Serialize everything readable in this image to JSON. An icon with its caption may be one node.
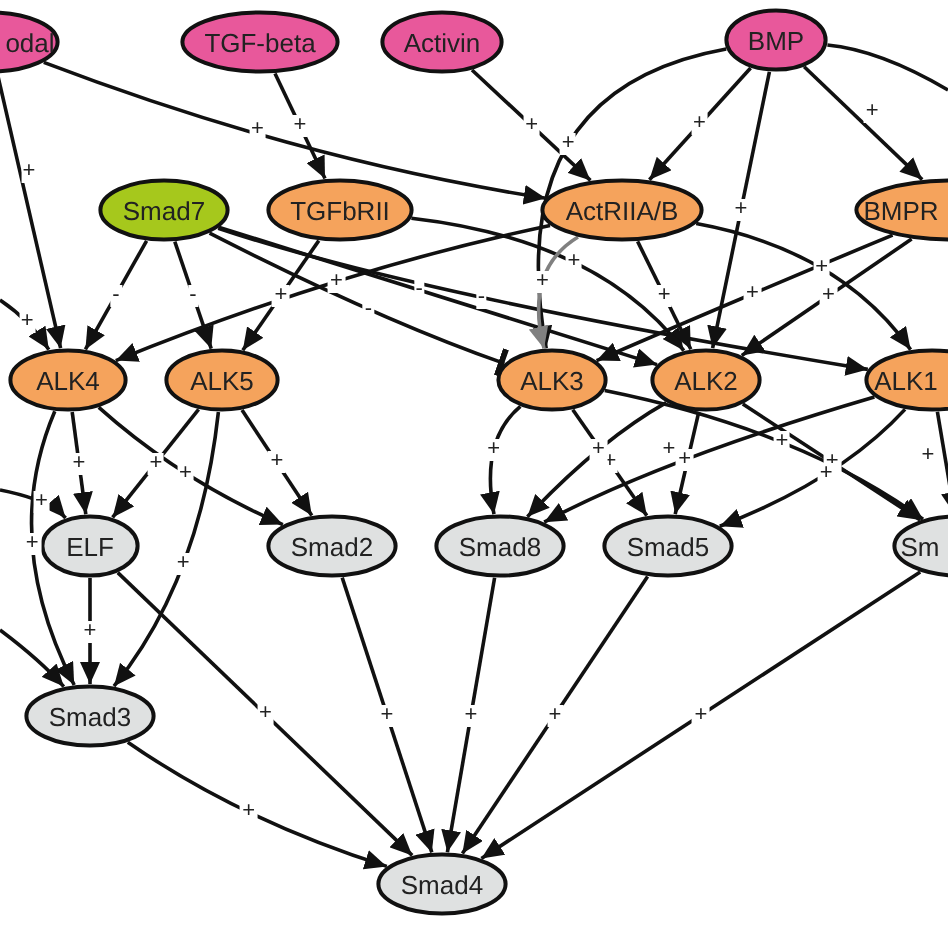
{
  "diagram": {
    "nodes": [
      {
        "text": [
          "odal"
        ]
      },
      {
        "text": [
          "TGF-beta"
        ]
      },
      {
        "text": [
          "Activin"
        ]
      },
      {
        "text": [
          "BMP"
        ]
      },
      {
        "text": [
          "Smad7"
        ]
      },
      {
        "text": [
          "TGFbRII"
        ]
      },
      {
        "text": [
          "ActRIIA/B"
        ]
      },
      {
        "text": [
          "BMPR"
        ]
      },
      {
        "text": [
          "ALK4"
        ]
      },
      {
        "text": [
          "ALK5"
        ]
      },
      {
        "text": [
          "ALK3"
        ]
      },
      {
        "text": [
          "ALK2"
        ]
      },
      {
        "text": [
          "ALK1"
        ]
      },
      {
        "text": [
          "ELF"
        ]
      },
      {
        "text": [
          "Smad2"
        ]
      },
      {
        "text": [
          "Smad8"
        ]
      },
      {
        "text": [
          "Smad5"
        ]
      },
      {
        "text": [
          "Sm"
        ]
      },
      {
        "text": [
          "Smad3"
        ]
      },
      {
        "text": [
          "Smad4"
        ]
      }
    ],
    "edges": [
      {
        "from": 0,
        "to": 8,
        "arrow": "to",
        "label": "+"
      },
      {
        "from": 0,
        "to": 6,
        "arrow": "to",
        "label": "+"
      },
      {
        "from": 1,
        "to": 5,
        "arrow": "to",
        "label": "+"
      },
      {
        "from": 2,
        "to": 6,
        "arrow": "to",
        "label": "+"
      },
      {
        "from": 3,
        "to": 6,
        "arrow": "to",
        "label": "+"
      },
      {
        "from": 3,
        "to": 10,
        "arrow": "to",
        "label": "+"
      },
      {
        "from": 3,
        "to": 11,
        "arrow": "to",
        "label": "+"
      },
      {
        "from": 3,
        "to": 7,
        "arrow": "to",
        "label": "+"
      },
      {
        "from": 3,
        "to": null,
        "arrow": "none"
      },
      {
        "from": 4,
        "to": 8,
        "arrow": "to",
        "label": "-"
      },
      {
        "from": 4,
        "to": 9,
        "arrow": "to",
        "label": "-"
      },
      {
        "from": 4,
        "to": 10,
        "arrow": "other",
        "label": "-"
      },
      {
        "from": 4,
        "to": 11,
        "arrow": "to",
        "label": "-"
      },
      {
        "from": 4,
        "to": 12,
        "arrow": "to",
        "label": "-"
      },
      {
        "from": 5,
        "to": 9,
        "arrow": "to",
        "label": "+"
      },
      {
        "from": 5,
        "to": 11,
        "arrow": "to",
        "label": "+"
      },
      {
        "from": 6,
        "to": 8,
        "arrow": "to",
        "label": "+"
      },
      {
        "from": 6,
        "to": 10,
        "arrow": "to",
        "label": "+",
        "color": "#808080"
      },
      {
        "from": 6,
        "to": 11,
        "arrow": "to",
        "label": "+"
      },
      {
        "from": 6,
        "to": 12,
        "arrow": "to",
        "label": "+"
      },
      {
        "from": 7,
        "to": 10,
        "arrow": "to",
        "label": "+"
      },
      {
        "from": 7,
        "to": 11,
        "arrow": "to",
        "label": "+"
      },
      {
        "from": null,
        "to": 8,
        "arrow": "to",
        "label": "+"
      },
      {
        "from": 8,
        "to": 13,
        "arrow": "to",
        "label": "+"
      },
      {
        "from": 8,
        "to": 14,
        "arrow": "to",
        "label": "+"
      },
      {
        "from": 8,
        "to": 18,
        "arrow": "to",
        "label": "+"
      },
      {
        "from": 9,
        "to": 13,
        "arrow": "to",
        "label": "+"
      },
      {
        "from": 9,
        "to": 14,
        "arrow": "to",
        "label": "+"
      },
      {
        "from": 9,
        "to": 18,
        "arrow": "to",
        "label": "+"
      },
      {
        "from": 10,
        "to": 15,
        "arrow": "to",
        "label": "+"
      },
      {
        "from": 10,
        "to": 16,
        "arrow": "to",
        "label": "+"
      },
      {
        "from": 10,
        "to": 17,
        "arrow": "to",
        "label": "+"
      },
      {
        "from": 11,
        "to": 15,
        "arrow": "to",
        "label": "+"
      },
      {
        "from": 11,
        "to": 16,
        "arrow": "to",
        "label": "+"
      },
      {
        "from": 11,
        "to": 17,
        "arrow": "to",
        "label": "+"
      },
      {
        "from": 12,
        "to": 15,
        "arrow": "to",
        "label": "+"
      },
      {
        "from": 12,
        "to": 16,
        "arrow": "to",
        "label": "+"
      },
      {
        "from": 12,
        "to": 17,
        "arrow": "to",
        "label": "+"
      },
      {
        "from": null,
        "to": 13,
        "arrow": "to",
        "label": "+"
      },
      {
        "from": null,
        "to": 18,
        "arrow": "to"
      },
      {
        "from": 13,
        "to": 18,
        "arrow": "to",
        "label": "+"
      },
      {
        "from": 13,
        "to": 19,
        "arrow": "to",
        "label": "+"
      },
      {
        "from": 14,
        "to": 19,
        "arrow": "to",
        "label": "+"
      },
      {
        "from": 18,
        "to": 19,
        "arrow": "to",
        "label": "+"
      },
      {
        "from": 15,
        "to": 19,
        "arrow": "to",
        "label": "+"
      },
      {
        "from": 16,
        "to": 19,
        "arrow": "to",
        "label": "+"
      },
      {
        "from": 17,
        "to": 19,
        "arrow": "to",
        "label": "+"
      }
    ]
  }
}
